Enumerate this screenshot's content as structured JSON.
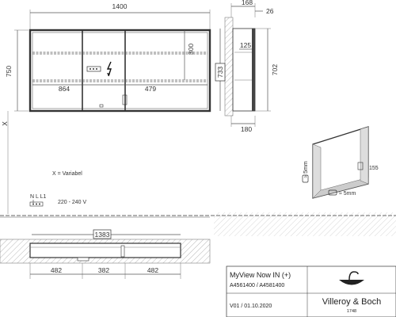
{
  "front_view": {
    "width": "1400",
    "height": "750",
    "shelf_height": "300",
    "left_width": "864",
    "right_width": "479",
    "variable_marker": "X"
  },
  "side_view": {
    "top_depth": "168",
    "frame_depth": "26",
    "inner_depth": "125",
    "recess_height": "702",
    "outer_height_boxed": "733",
    "bottom_depth": "180"
  },
  "detail_view": {
    "gap_top": "≈ 5mm",
    "gap_bottom": "≈ 5mm",
    "reveal": "155"
  },
  "notes": {
    "variable_label": "X = Variabel",
    "terminal_labels": "N L L1",
    "voltage": "220 - 240 V"
  },
  "section_view": {
    "boxed_width": "1383",
    "dim_left": "482",
    "dim_center": "382",
    "dim_right": "482"
  },
  "title_block": {
    "product": "MyView Now IN (+)",
    "article_numbers": "A4561400 / A4581400",
    "version": "V01 / 01.10.2020",
    "brand": "Villeroy & Boch",
    "brand_year": "1748"
  }
}
